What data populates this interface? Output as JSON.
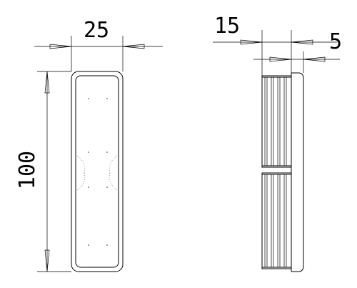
{
  "dimensions": {
    "front_width": "25",
    "front_height": "100",
    "side_depth": "15",
    "side_flange": "5"
  }
}
